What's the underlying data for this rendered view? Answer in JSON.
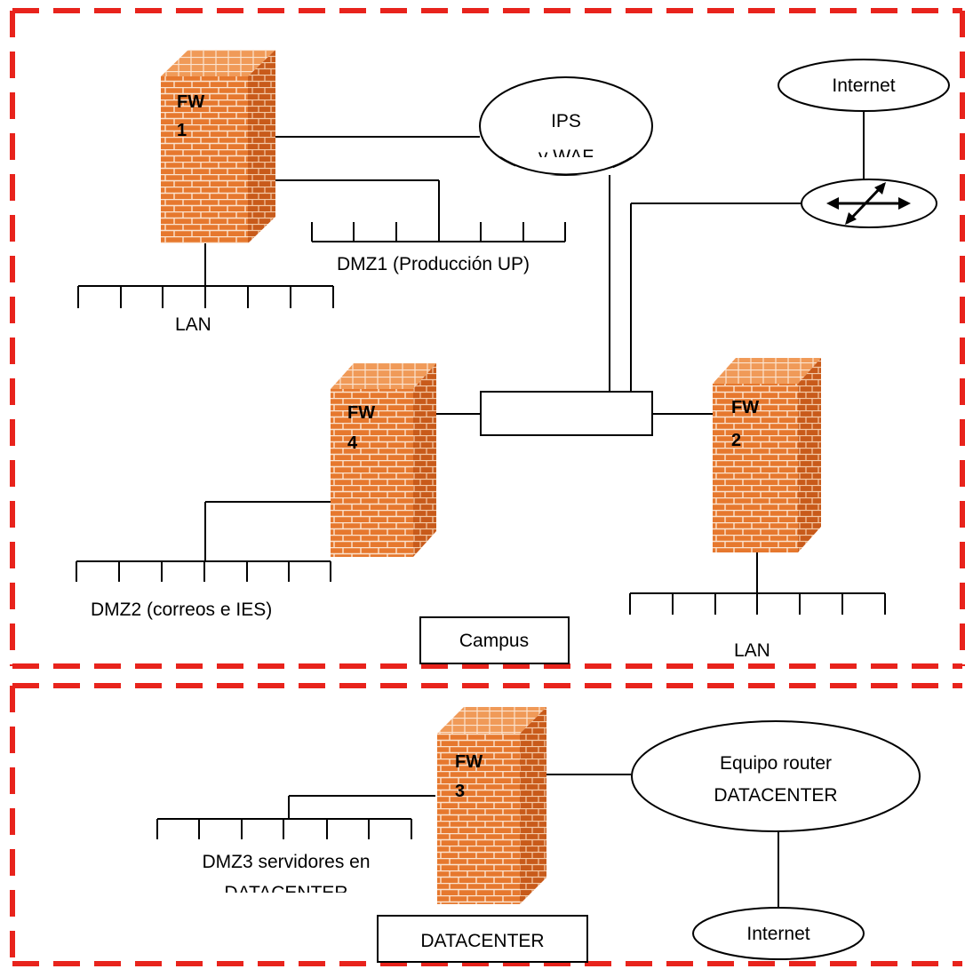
{
  "zones": {
    "campus": {
      "label": "Campus"
    },
    "datacenter": {
      "label": "DATACENTER"
    }
  },
  "firewalls": {
    "fw1": {
      "line1": "FW",
      "line2": "1"
    },
    "fw2": {
      "line1": "FW",
      "line2": "2"
    },
    "fw3": {
      "line1": "FW",
      "line2": "3"
    },
    "fw4": {
      "line1": "FW",
      "line2": "4"
    }
  },
  "nodes": {
    "ips": {
      "line1": "IPS",
      "line2": "y WAF"
    },
    "internet_campus": {
      "label": "Internet"
    },
    "internet_dc": {
      "label": "Internet"
    },
    "router_dc": {
      "line1": "Equipo router",
      "line2": "DATACENTER"
    }
  },
  "segments": {
    "dmz1": {
      "label": "DMZ1 (Producción UP)"
    },
    "lan_fw1": {
      "label": "LAN"
    },
    "dmz2": {
      "label": "DMZ2 (correos e IES)"
    },
    "lan_fw2": {
      "label": "LAN"
    },
    "dmz3": {
      "line1": "DMZ3 servidores en",
      "line2": "DATACENTER"
    }
  },
  "colors": {
    "zone_border": "#e8231c",
    "brick": "#e6782e",
    "mortar": "#fbe3cf"
  }
}
